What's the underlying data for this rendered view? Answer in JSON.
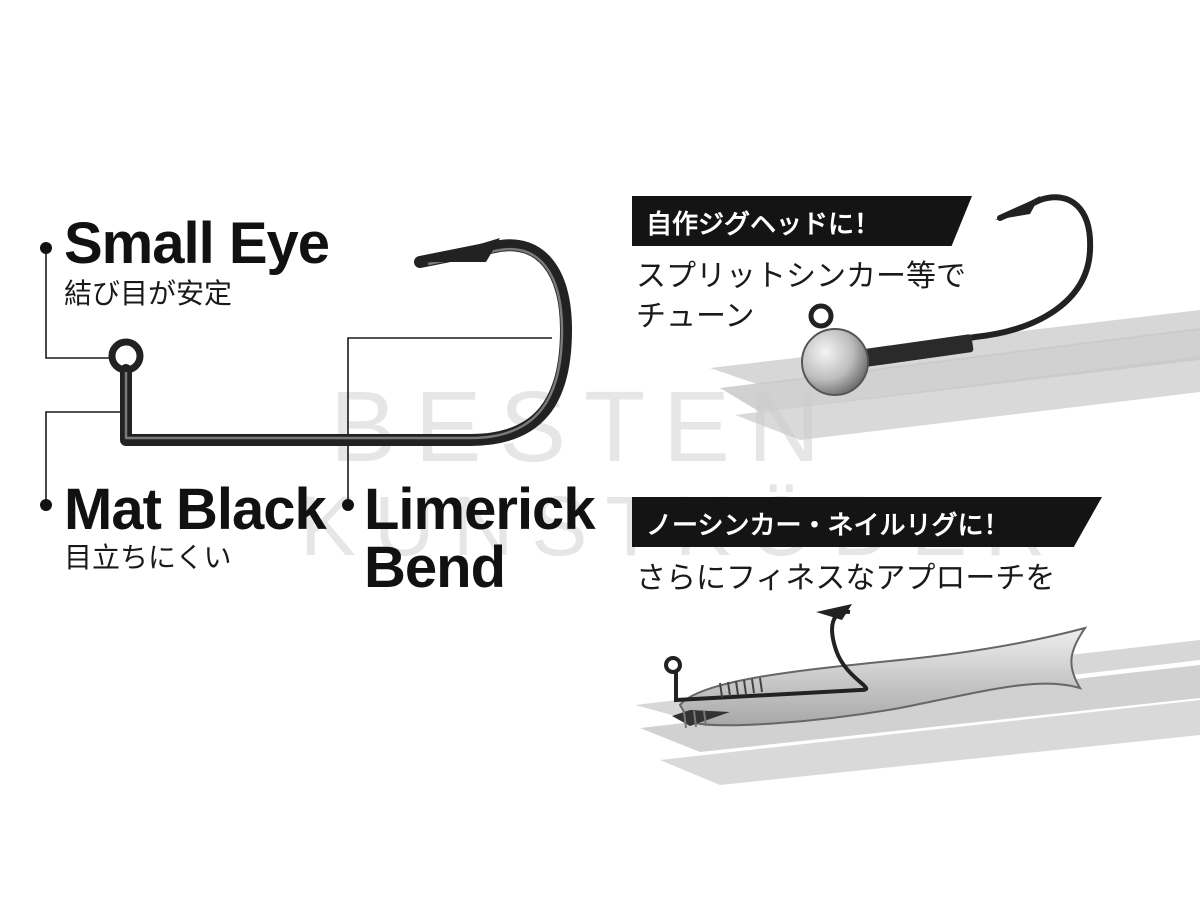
{
  "hook_features": {
    "small_eye": {
      "title": "Small Eye",
      "subtitle": "結び目が安定"
    },
    "mat_black": {
      "title": "Mat Black",
      "subtitle": "目立ちにくい"
    },
    "limerick_bend": {
      "title_line1": "Limerick",
      "title_line2": "Bend"
    }
  },
  "use_cases": {
    "jig_head": {
      "banner": "自作ジグヘッドに！",
      "text_line1": "スプリットシンカー等で",
      "text_line2": "チューン"
    },
    "no_sinker": {
      "banner": "ノーシンカー・ネイルリグに！",
      "text": "さらにフィネスなアプローチを"
    }
  },
  "watermark": {
    "line1": "BESTEN",
    "line2": "KUNSTKÖDER"
  },
  "colors": {
    "background": "#ffffff",
    "text": "#111111",
    "banner_bg": "#141414",
    "banner_text": "#ffffff",
    "brush_stroke": "#c9c9c9",
    "hook_metal": "#2a2a2a"
  }
}
